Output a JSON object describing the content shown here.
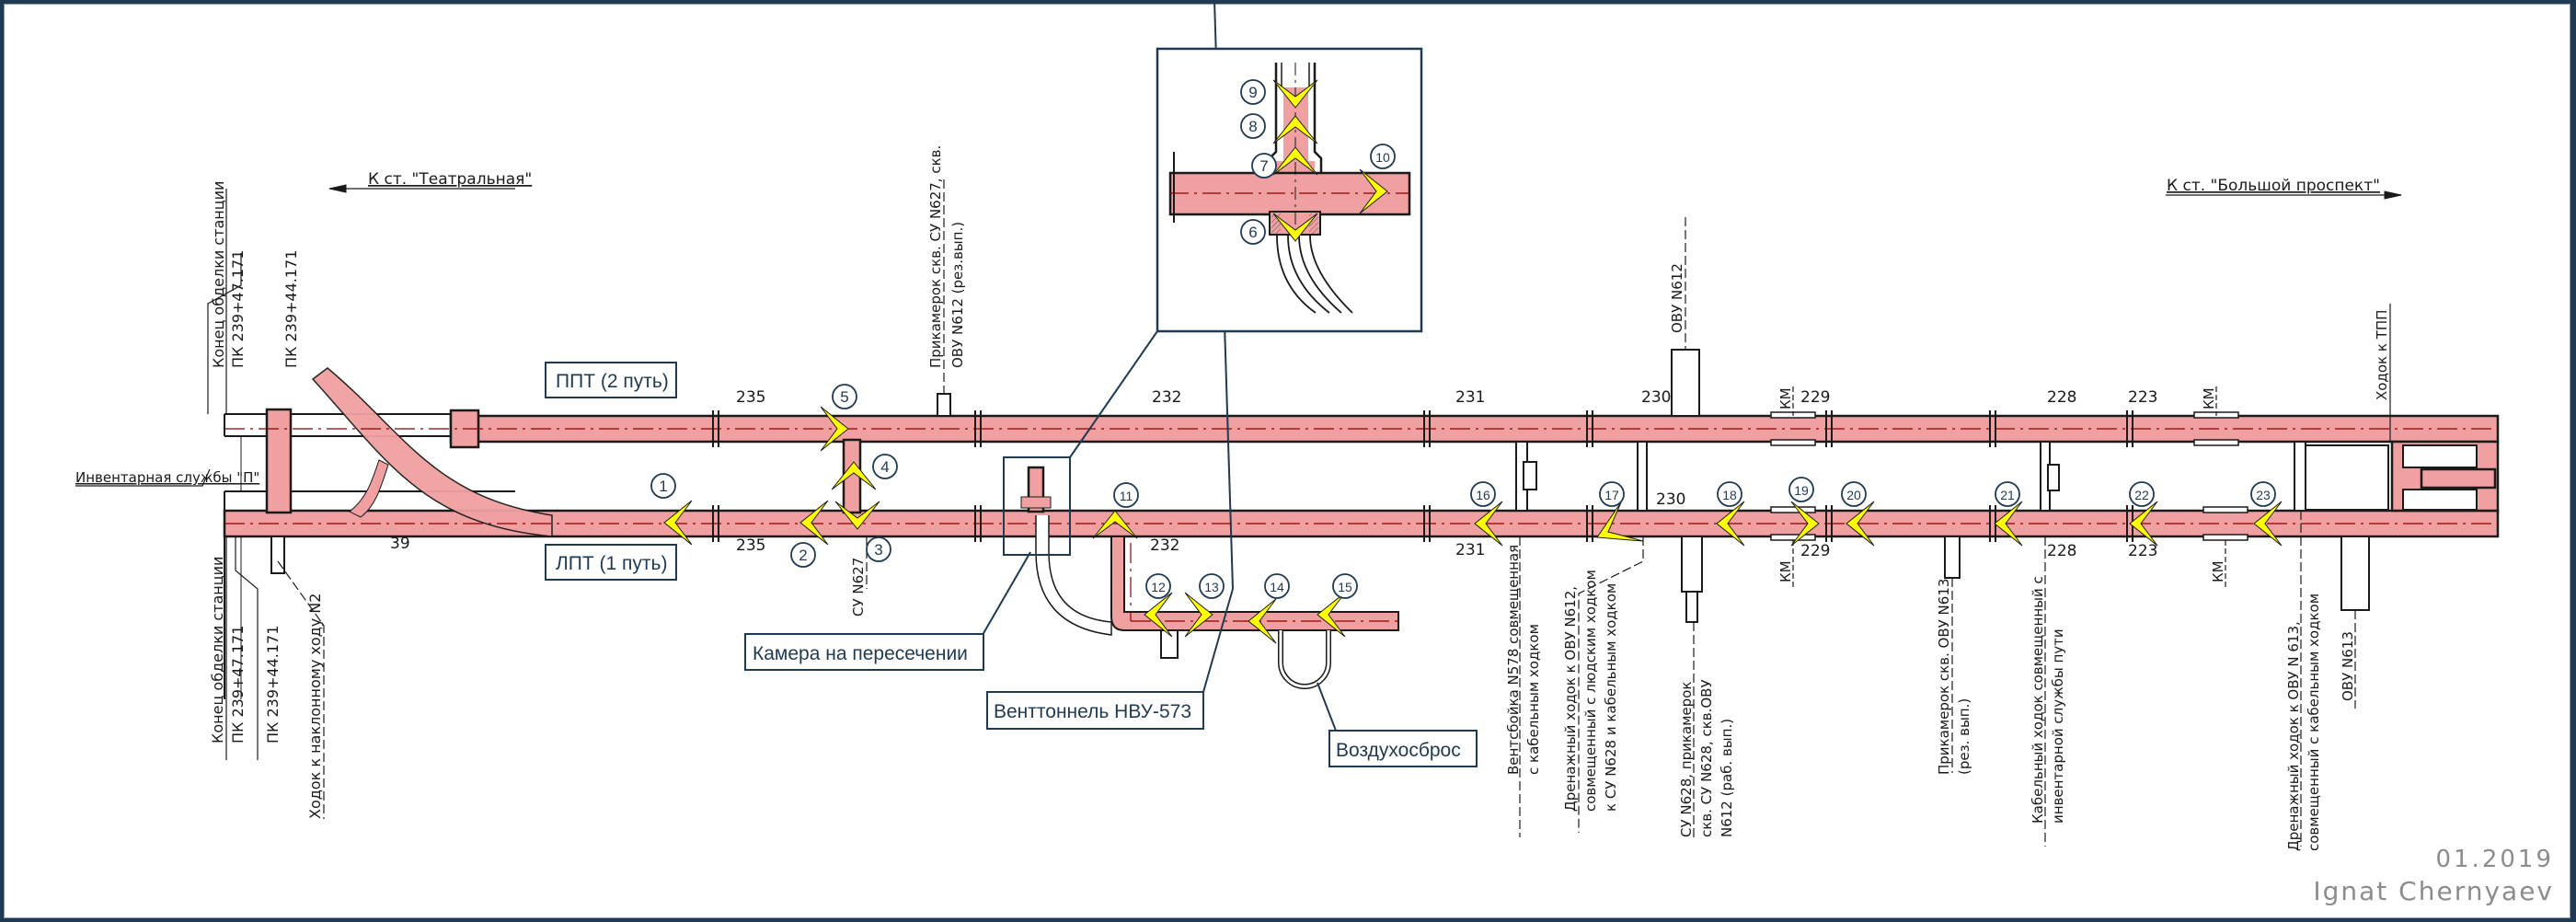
{
  "colors": {
    "frame": "#1f3a52",
    "tunnel_fill": "#f0a0a0",
    "arrow_fill": "#ffff00",
    "callout": "#1f3a52",
    "ink": "#1a1a1a",
    "watermark": "#8c8c8c"
  },
  "directions": {
    "left": "К ст. \"Театральная\"",
    "right": "К ст. \"Большой проспект\""
  },
  "track_labels": {
    "upper": "ППТ (2 путь)",
    "lower": "ЛПТ (1 путь)"
  },
  "pickets_upper": [
    "235",
    "232",
    "231",
    "230",
    "229",
    "228",
    "223"
  ],
  "pickets_lower": [
    "39",
    "235",
    "232",
    "231",
    "230",
    "229",
    "228",
    "223"
  ],
  "left_labels": {
    "station_end_top_1": "Конец обделки станции",
    "station_end_top_2": "ПК 239+47.171",
    "pk_top": "ПК 239+44.171",
    "inventory": "Инвентарная службы \"П\"",
    "station_end_bottom_1": "Конец обделки станции",
    "station_end_bottom_2": "ПК 239+47.171",
    "pk_bottom": "ПК 239+44.171",
    "incline_passage": "Ходок к наклонному ходу N2"
  },
  "annotations": {
    "su627": "СУ N627",
    "prikamerok_627_1": "Прикамерок скв. СУ N627, скв.",
    "prikamerok_627_2": "ОВУ N612 (рез.вып.)",
    "ovu612_top": "ОВУ N612",
    "km": "КМ",
    "ventsboika_1": "Вентсбойка N578 совмещенная",
    "ventsboika_2": "с кабельным ходком",
    "drain612_1": "Дренажный ходок к ОВУ N612,",
    "drain612_2": "совмещенный с людским ходком",
    "drain612_3": "к СУ N628 и кабельным ходком",
    "su628_1": "СУ N628, прикамерок",
    "su628_2": "скв. СУ N628, скв.ОВУ",
    "su628_3": "N612 (раб. вып.)",
    "prikamerok613_1": "Прикамерок скв. ОВУ N613",
    "prikamerok613_2": "(рез. вып.)",
    "cable_1": "Кабельный ходок совмещенный с",
    "cable_2": "инвентарной службы пути",
    "drain613_1": "Дренажный ходок к ОВУ N 613,",
    "drain613_2": "совмещенный с кабельным ходком",
    "ovu613": "ОВУ N613",
    "tpp": "Ходок к ТПП"
  },
  "callouts": {
    "chamber": "Камера на пересечении",
    "vent_tunnel": "Венттоннель НВУ-573",
    "air_release": "Воздухосброс"
  },
  "route_points": [
    "1",
    "2",
    "3",
    "4",
    "5",
    "6",
    "7",
    "8",
    "9",
    "10",
    "11",
    "12",
    "13",
    "14",
    "15",
    "16",
    "17",
    "18",
    "19",
    "20",
    "21",
    "22",
    "23"
  ],
  "watermark": {
    "date": "01.2019",
    "author": "Ignat Chernyaev"
  }
}
